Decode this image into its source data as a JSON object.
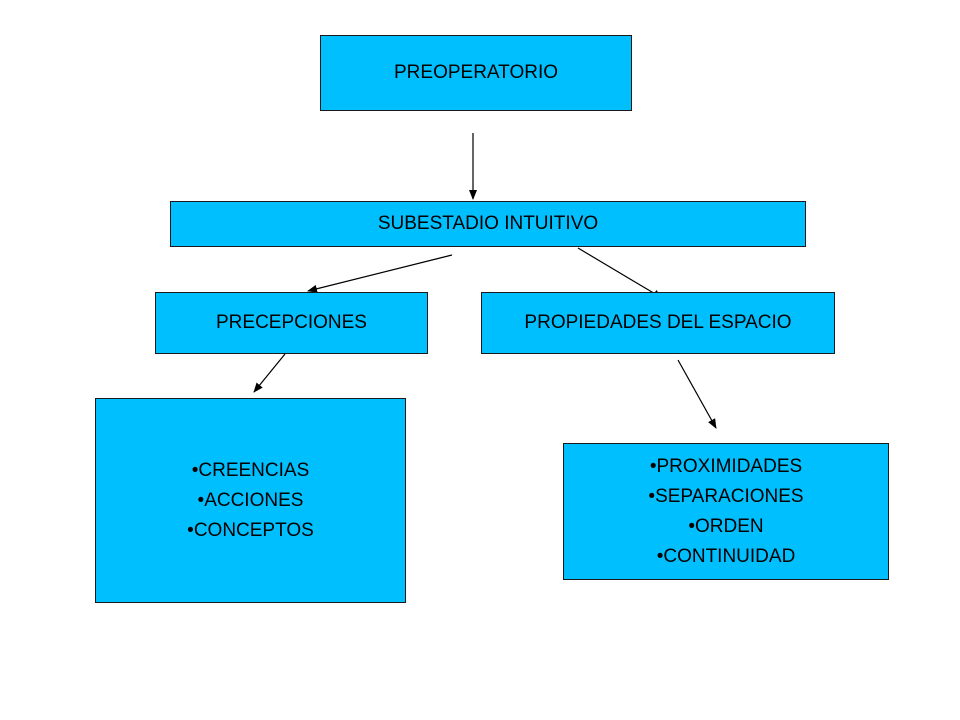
{
  "diagram": {
    "root": {
      "label": "PREOPERATORIO"
    },
    "substage": {
      "label": "SUBESTADIO INTUITIVO"
    },
    "left_branch": {
      "label": "PRECEPCIONES",
      "items": [
        "CREENCIAS",
        "ACCIONES",
        "CONCEPTOS"
      ]
    },
    "right_branch": {
      "label": "PROPIEDADES DEL ESPACIO",
      "items": [
        "PROXIMIDADES",
        "SEPARACIONES",
        "ORDEN",
        "CONTINUIDAD"
      ]
    }
  },
  "colors": {
    "box_fill": "#00bfff",
    "box_border": "#1a1a1a",
    "arrow": "#000000"
  }
}
